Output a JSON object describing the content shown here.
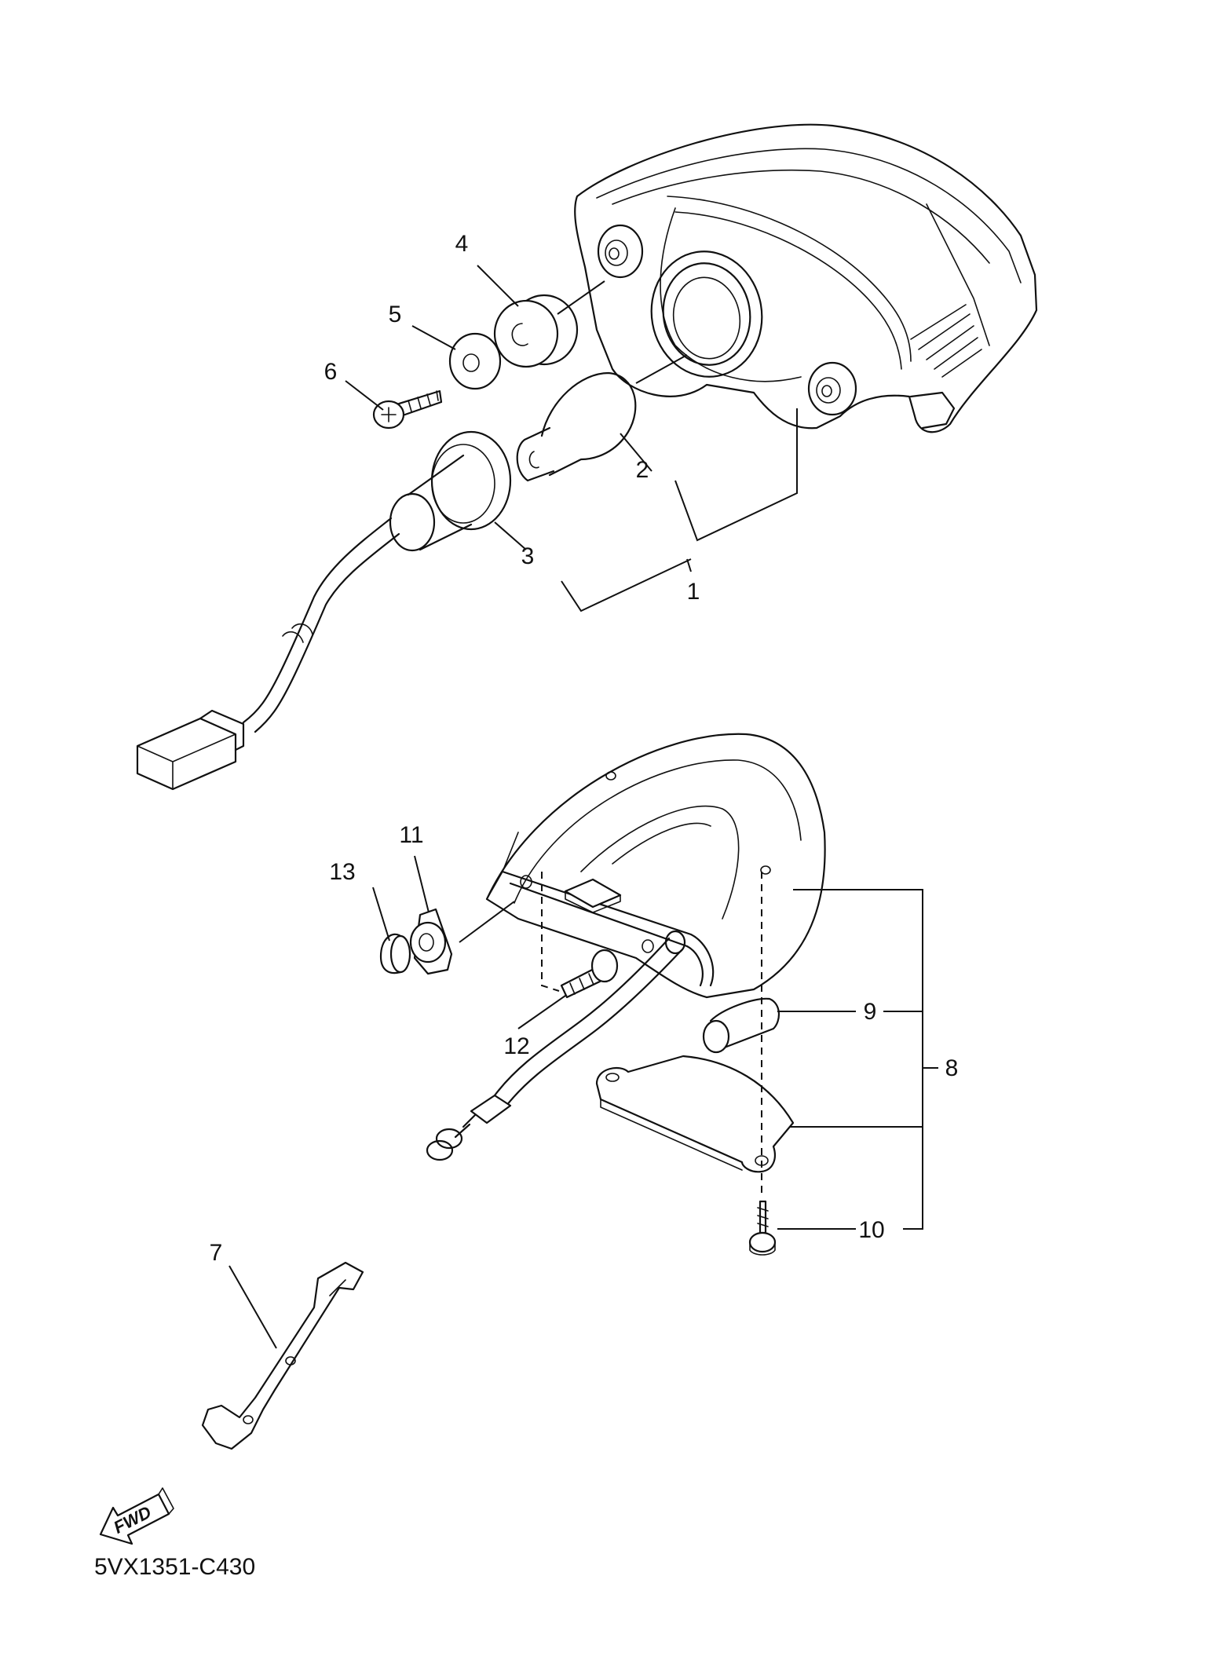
{
  "parts": [
    {
      "id": "part-1",
      "label": "1"
    },
    {
      "id": "part-2",
      "label": "2"
    },
    {
      "id": "part-3",
      "label": "3"
    },
    {
      "id": "part-4",
      "label": "4"
    },
    {
      "id": "part-5",
      "label": "5"
    },
    {
      "id": "part-6",
      "label": "6"
    },
    {
      "id": "part-7",
      "label": "7"
    },
    {
      "id": "part-8",
      "label": "8"
    },
    {
      "id": "part-9",
      "label": "9"
    },
    {
      "id": "part-10",
      "label": "10"
    },
    {
      "id": "part-11",
      "label": "11"
    },
    {
      "id": "part-12",
      "label": "12"
    },
    {
      "id": "part-13",
      "label": "13"
    }
  ],
  "forward_arrow_label": "FWD",
  "diagram_code": "5VX1351-C430"
}
